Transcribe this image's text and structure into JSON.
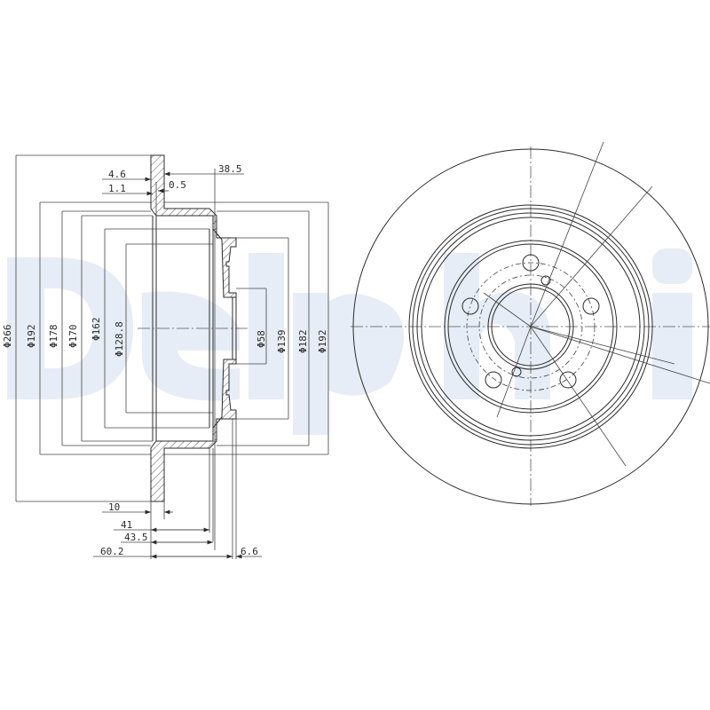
{
  "watermark": {
    "text": "Delphi",
    "color": "#e6edf6"
  },
  "colors": {
    "line": "#2b2b2b",
    "background": "#ffffff",
    "hatch": "#555555"
  },
  "side_view": {
    "diameters": [
      {
        "id": "d266",
        "label": "Φ266"
      },
      {
        "id": "d192_left",
        "label": "Φ192"
      },
      {
        "id": "d178",
        "label": "Φ178"
      },
      {
        "id": "d170",
        "label": "Φ170"
      },
      {
        "id": "d162",
        "label": "Φ162"
      },
      {
        "id": "d128_8",
        "label": "Φ128.8"
      },
      {
        "id": "d58",
        "label": "Φ58"
      },
      {
        "id": "d139",
        "label": "Φ139"
      },
      {
        "id": "d182",
        "label": "Φ182"
      },
      {
        "id": "d192_right",
        "label": "Φ192"
      }
    ],
    "top_dims": [
      {
        "id": "t4_6",
        "label": "4.6"
      },
      {
        "id": "t1_1",
        "label": "1.1"
      },
      {
        "id": "t0_5",
        "label": "0.5"
      },
      {
        "id": "t38_5",
        "label": "38.5"
      }
    ],
    "bottom_dims": [
      {
        "id": "b10",
        "label": "10"
      },
      {
        "id": "b41",
        "label": "41"
      },
      {
        "id": "b43_5",
        "label": "43.5"
      },
      {
        "id": "b60_2",
        "label": "60.2"
      },
      {
        "id": "b6_6",
        "label": "6.6"
      }
    ]
  },
  "front_view": {
    "bolt_holes": 5,
    "locating_holes": 2
  }
}
